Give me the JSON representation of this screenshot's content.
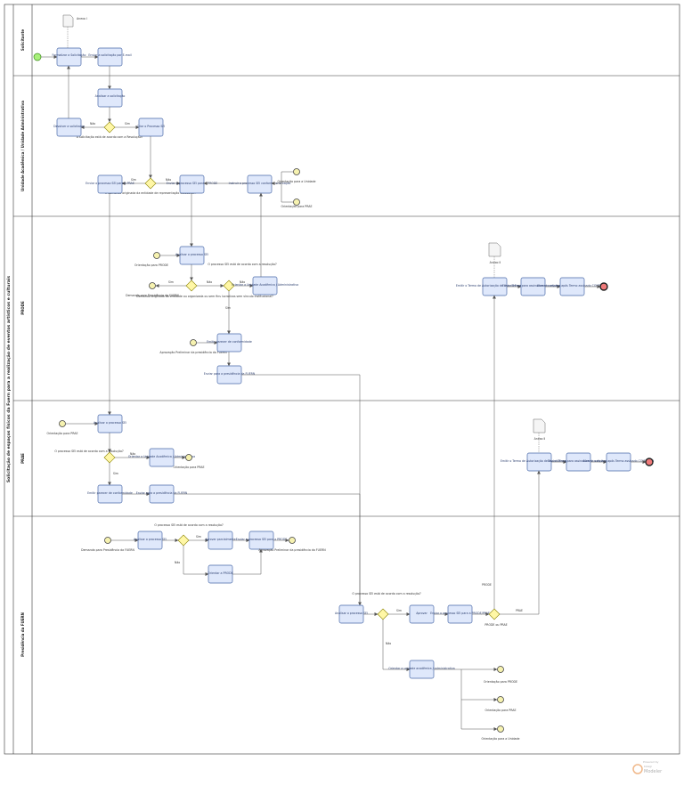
{
  "pool": {
    "title": "Solicitação de espaços físicos da Fuern para a realização de eventos artísticos e culturais"
  },
  "lanes": [
    "Solicitante",
    "Unidade Acadêmica / Unidade Administrativa",
    "PRODE",
    "PRAE",
    "Presidência da FUERN"
  ],
  "tasks": {
    "t1": "Formalizar a Solicitação",
    "t2": "Enviar a solicitação por E-mail",
    "t3": "Analisar a solicitação",
    "t4": "Devolver a solicitante",
    "t5": "Criar o Processo SEI",
    "t6": "Enviar o processo SEI para a PRAE",
    "t7": "Enviar o processo SEI para a PRODE",
    "t8": "Instruir o processo SEI conforme orientação",
    "t9": "Analisar o processo SEI",
    "t10": "Orientar a Unidade Acadêmica / Administrativa",
    "t11": "Emitir parecer de conformidade",
    "t12": "Enviar para a presidência da FUERN",
    "t13": "Emitir o Termo de Autorização de Uso do Espaço Físico",
    "t14": "Enviar Termo para assinatura do solicitante",
    "t15": "Liberar o espaço após Termo assinado COMPLETO",
    "t16": "Analisar o processo SEI",
    "t17": "Orientar a Unidade Acadêmica / Administrativa",
    "t18": "Emitir parecer de conformidade",
    "t19": "Enviar para a presidência da FUERN",
    "t20": "Emitir o Termo de Autorização de Uso do Espaço Físico",
    "t21": "Enviar Termo para assinatura do solicitante",
    "t22": "Liberar o espaço após Termo assinado COMPLETO",
    "t23": "Analisar o processo SEI",
    "t24": "Aprovar parcialmente",
    "t25": "Enviar o processo SEI para a PRODE",
    "t26": "Orientar a PRODE",
    "t27": "Analisar o processo SEI",
    "t28": "Aprovar",
    "t29": "Enviar o processo SEI para a PRODE/PRAE",
    "t30": "Orientar a unidade acadêmica / administrativa"
  },
  "gateways": {
    "g1": "A solicitação está de acordo com a Resolução?",
    "g2": "A demanda originada da entidade de representação estudantil?",
    "g3": "Demanda originada da entidade ou organizada ou sem fins lucrativos sem vínculo institucional?",
    "g4": "O processo SEI está de acordo com a resolução?",
    "g5": "O processo SEI está de acordo com a resolução?",
    "g6": "O processo SEI está de acordo com a resolução?",
    "g7": "O processo SEI está de acordo com a resolução?",
    "g8": "PRODE ou PRAE"
  },
  "events": {
    "e1": "Orientação para a Unidade",
    "e2": "Orientação para PRAE",
    "e3": "Orientação para PRODE",
    "e4": "Demanda para Presidência da FUERN",
    "e5": "Aprovação Preliminar da presidência da FUERN",
    "e6": "Orientação para PRAE",
    "e7": "Orientação para PRAE",
    "e8": "Demanda para Presidência da FUERN",
    "e9": "Aprovação Preliminar da presidência da FUERN",
    "e10": "Orientação para PRODE",
    "e11": "Orientação para PRAE",
    "e12": "Orientação para a Unidade"
  },
  "documents": {
    "d1": "Anexo I",
    "d2": "Anexo II",
    "d3": "Anexo II"
  },
  "edge_labels": {
    "yes": "Sim",
    "no": "Não",
    "prode": "PRODE",
    "prae": "PRAE"
  },
  "watermark": {
    "line1": "Powered by",
    "line2": "Modeler",
    "brand": "bizagi"
  },
  "colors": {
    "task_fill": "#dfe8fb",
    "task_stroke": "#4a6aa8",
    "gateway": "#fff7a6",
    "start": "#a8f07a",
    "end": "#f07a7a"
  }
}
